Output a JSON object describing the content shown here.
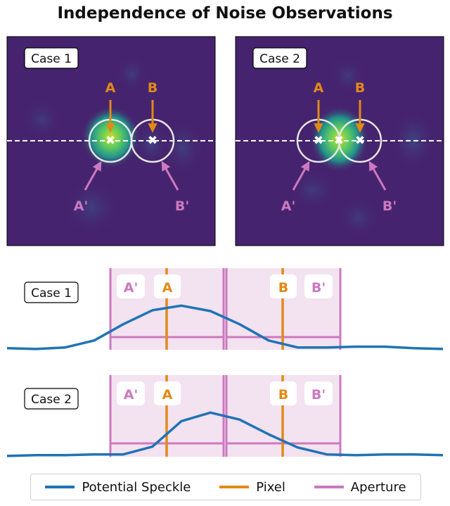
{
  "title": "Independence of Noise Observations",
  "colors": {
    "speckle": "#1f74b4",
    "pixel": "#e08a18",
    "aperture": "#cc79bf",
    "aperture_fill": "#f3e2f0",
    "heatmap_bg": "#46236e"
  },
  "panels": {
    "case1": {
      "label": "Case 1",
      "a_label": "A",
      "b_label": "B",
      "ap_a_label": "A'",
      "ap_b_label": "B'"
    },
    "case2": {
      "label": "Case 2",
      "a_label": "A",
      "b_label": "B",
      "ap_a_label": "A'",
      "ap_b_label": "B'"
    }
  },
  "profiles": {
    "case1": {
      "label": "Case 1",
      "a_label": "A",
      "b_label": "B",
      "ap_a_label": "A'",
      "ap_b_label": "B'"
    },
    "case2": {
      "label": "Case 2",
      "a_label": "A",
      "b_label": "B",
      "ap_a_label": "A'",
      "ap_b_label": "B'"
    }
  },
  "chart_data": {
    "type": "line",
    "series": [
      {
        "name": "Potential Speckle",
        "case": "Case 1",
        "x": [
          0,
          1,
          2,
          3,
          4,
          5,
          6,
          7,
          8,
          9,
          10,
          11,
          12,
          13,
          14,
          15
        ],
        "values": [
          0.02,
          0.01,
          0.03,
          0.12,
          0.33,
          0.51,
          0.57,
          0.5,
          0.33,
          0.12,
          0.03,
          0.03,
          0.04,
          0.04,
          0.02,
          0.01
        ]
      },
      {
        "name": "Potential Speckle",
        "case": "Case 2",
        "x": [
          0,
          1,
          2,
          3,
          4,
          5,
          6,
          7,
          8,
          9,
          10,
          11,
          12,
          13,
          14,
          15
        ],
        "values": [
          0.01,
          0.02,
          0.02,
          0.03,
          0.03,
          0.13,
          0.46,
          0.57,
          0.48,
          0.29,
          0.12,
          0.03,
          0.02,
          0.03,
          0.03,
          0.02
        ]
      }
    ]
  },
  "legend": {
    "speckle": "Potential Speckle",
    "pixel": "Pixel",
    "aperture": "Aperture"
  }
}
